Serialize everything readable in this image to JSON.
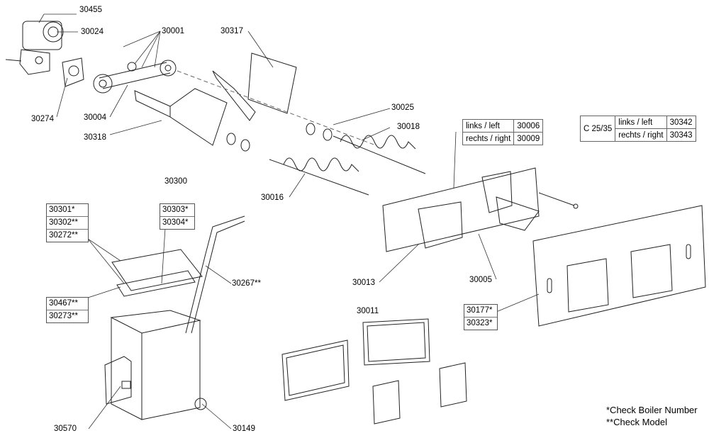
{
  "parts": {
    "p30455": "30455",
    "p30024": "30024",
    "p30001": "30001",
    "p30317": "30317",
    "p30274": "30274",
    "p30004": "30004",
    "p30318": "30318",
    "p30025": "30025",
    "p30018": "30018",
    "p30016": "30016",
    "p30300": "30300",
    "p30267": "30267**",
    "p30013": "30013",
    "p30005": "30005",
    "p30011": "30011",
    "p30570": "30570",
    "p30149": "30149"
  },
  "groups": {
    "lid": [
      "30301*",
      "30302**",
      "30272**"
    ],
    "knob": [
      "30303*",
      "30304*"
    ],
    "frame": [
      "30467**",
      "30273**"
    ],
    "plate": [
      "30177*",
      "30323*"
    ]
  },
  "table_front": {
    "rows": [
      {
        "label": "links / left",
        "code": "30006"
      },
      {
        "label": "rechts / right",
        "code": "30009"
      }
    ]
  },
  "table_c25": {
    "model": "C 25/35",
    "rows": [
      {
        "label": "links / left",
        "code": "30342"
      },
      {
        "label": "rechts / right",
        "code": "30343"
      }
    ]
  },
  "notes": {
    "boiler": "*Check Boiler Number",
    "model": "**Check Model"
  }
}
